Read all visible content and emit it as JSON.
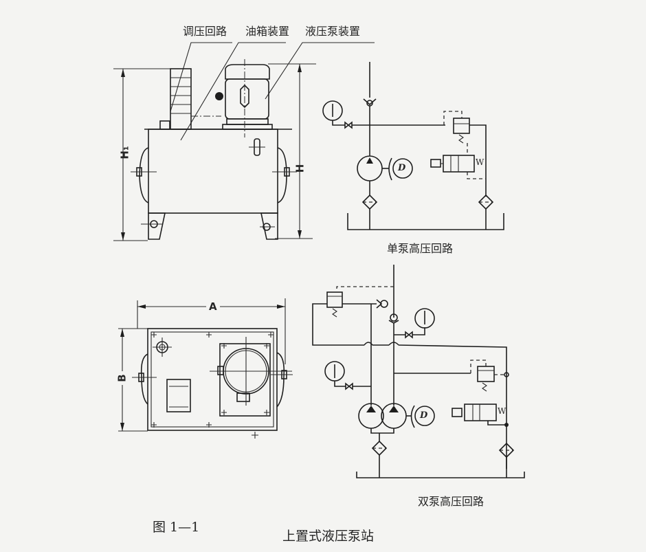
{
  "callouts": {
    "pressure_circuit": "调压回路",
    "oil_tank_unit": "油箱装置",
    "pump_unit": "液压泵装置"
  },
  "dimensions": {
    "h1": "H₁",
    "h": "H",
    "a": "A",
    "b": "B"
  },
  "circuits": {
    "single_pump": {
      "caption": "单泵高压回路",
      "motor_label": "D",
      "spring_label": "W"
    },
    "double_pump": {
      "caption": "双泵高压回路",
      "motor_label": "D",
      "spring_label": "W"
    }
  },
  "figure": {
    "number": "图 1—1",
    "title": "上置式液压泵站"
  }
}
